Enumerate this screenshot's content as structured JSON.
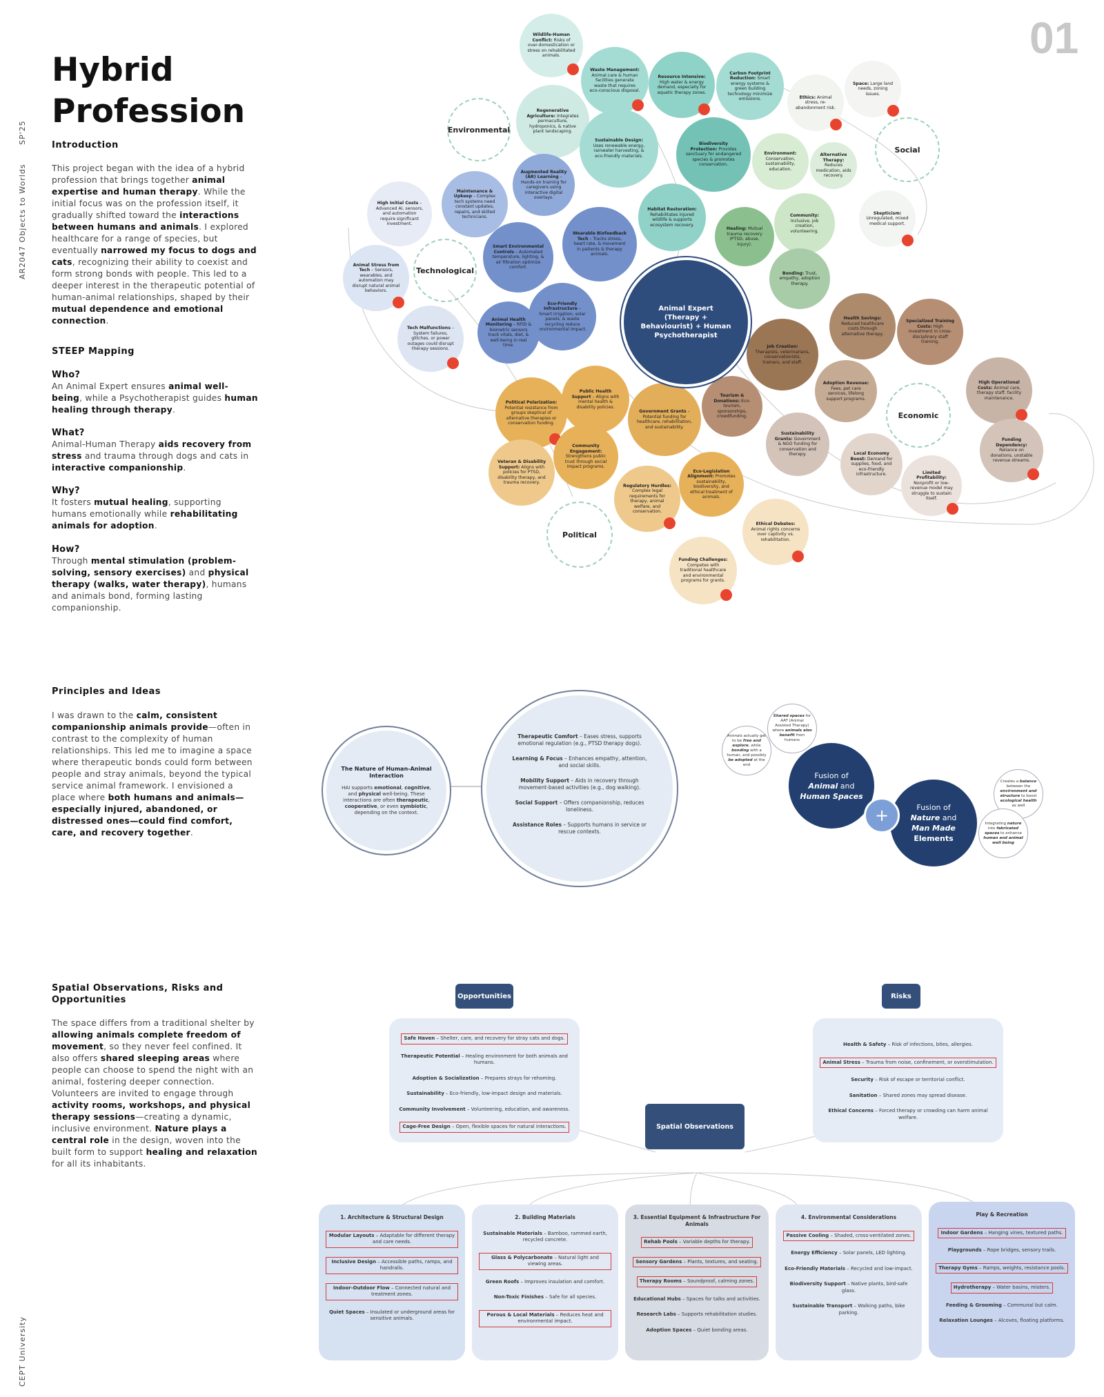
{
  "page_number": "01",
  "side": {
    "term": "SP'25",
    "course": "AR2047 Objects to Worlds",
    "university": "CEPT University"
  },
  "title_line1": "Hybrid",
  "title_line2": "Profession",
  "intro": {
    "heading": "Introduction",
    "t1": "This project began with the idea of a hybrid profession that brings together ",
    "b1": "animal expertise and human therapy",
    "t2": ". While the initial focus was on the profession itself, it gradually shifted toward the ",
    "b2": "interactions between humans and animals",
    "t3": ". I explored healthcare for a range of species, but eventually ",
    "b3": "narrowed my focus to dogs and cats",
    "t4": ", recognizing their ability to coexist and form strong bonds with people. This led to a deeper interest in the therapeutic potential of human-animal relationships, shaped by their ",
    "b4": "mutual dependence and emotional connection",
    "t5": "."
  },
  "steep": {
    "heading": "STEEP Mapping",
    "who_q": "Who?",
    "who_t1": "An Animal Expert ensures ",
    "who_b1": "animal well-being",
    "who_t2": ", while a Psychotherapist guides ",
    "who_b2": "human healing through therapy",
    "who_t3": ".",
    "what_q": "What?",
    "what_t1": "Animal-Human Therapy ",
    "what_b1": "aids recovery from stress",
    "what_t2": " and trauma through dogs and cats in ",
    "what_b2": "interactive companionship",
    "what_t3": ".",
    "why_q": "Why?",
    "why_t1": "It fosters ",
    "why_b1": "mutual healing",
    "why_t2": ", supporting humans emotionally while ",
    "why_b2": "rehabilitating animals for adoption",
    "why_t3": ".",
    "how_q": "How?",
    "how_t1": "Through ",
    "how_b1": "mental stimulation (problem-solving, sensory exercises)",
    "how_t2": " and ",
    "how_b2": "physical therapy (walks, water therapy)",
    "how_t3": ", humans and animals bond, forming lasting companionship."
  },
  "principles": {
    "heading": "Principles and Ideas",
    "t1": "I was drawn to the ",
    "b1": "calm, consistent companionship animals provide",
    "t2": "—often in contrast to the complexity of human relationships. This led me to imagine a space where therapeutic bonds could form between people and stray animals, beyond the typical service animal framework. I envisioned a place where ",
    "b2": "both humans and animals—especially injured, abandoned, or distressed ones—could find comfort, care, and recovery together",
    "t3": "."
  },
  "spatial_text": {
    "heading": "Spatial Observations, Risks and Opportunities",
    "t1": "The space differs from a traditional shelter by ",
    "b1": "allowing animals complete freedom of movement",
    "t2": ", so they never feel confined. It also offers ",
    "b2": "shared sleeping areas",
    "t3": " where people can choose to spend the night with an animal, fostering deeper connection. Volunteers are invited to engage through ",
    "b3": "activity rooms, workshops, and physical therapy sessions",
    "t4": "—creating a dynamic, inclusive environment. ",
    "b4": "Nature plays a central role",
    "t5": " in the design, woven into the built form to support ",
    "b5": "healing and relaxation",
    "t6": " for all its inhabitants."
  },
  "bubbles": {
    "center": "Animal Expert (Therapy + Behaviourist) + Human Psychotherapist",
    "categories": {
      "environmental": "Environmental",
      "social": "Social",
      "technological": "Technological",
      "economic": "Economic",
      "political": "Political"
    },
    "items": [
      {
        "t": "Wildlife-Human Conflict:",
        "d": " Risks of over-domestication or stress on rehabilitated animals."
      },
      {
        "t": "Waste Management:",
        "d": " Animal care & human facilities generate waste that requires eco-conscious disposal."
      },
      {
        "t": "Resource Intensive:",
        "d": " High water & energy demand, especially for aquatic therapy zones."
      },
      {
        "t": "Carbon Footprint Reduction:",
        "d": " Smart energy systems & green building technology minimize emissions."
      },
      {
        "t": "Regenerative Agriculture:",
        "d": " Integrates permaculture, hydroponics, & native plant landscaping."
      },
      {
        "t": "Sustainable Design:",
        "d": " Uses renewable energy, rainwater harvesting, & eco-friendly materials."
      },
      {
        "t": "Biodiversity Protection:",
        "d": " Provides sanctuary for endangered species & promotes conservation."
      },
      {
        "t": "Ethics:",
        "d": " Animal stress, re-abandonment risk."
      },
      {
        "t": "Space:",
        "d": " Large land needs, zoning issues."
      },
      {
        "t": "Environment:",
        "d": " Conservation, sustainability, education."
      },
      {
        "t": "Alternative Therapy:",
        "d": " Reduces medication, aids recovery."
      },
      {
        "t": "Augmented Reality (AR) Learning",
        "d": " – Hands-on training for caregivers using interactive digital overlays."
      },
      {
        "t": "Maintenance & Upkeep",
        "d": " – Complex tech systems need constant updates, repairs, and skilled technicians."
      },
      {
        "t": "High Initial Costs",
        "d": " – Advanced AI, sensors, and automation require significant investment."
      },
      {
        "t": "Habitat Restoration:",
        "d": " Rehabilitates injured wildlife & supports ecosystem recovery."
      },
      {
        "t": "Community:",
        "d": " Inclusive, job creation, volunteering."
      },
      {
        "t": "Skepticism:",
        "d": " Unregulated, mixed medical support."
      },
      {
        "t": "Healing:",
        "d": " Mutual trauma recovery (PTSD, abuse, injury)."
      },
      {
        "t": "Wearable Biofeedback Tech",
        "d": " – Tracks stress, heart rate, & movement in patients & therapy animals."
      },
      {
        "t": "Smart Environmental Controls",
        "d": " – Automated temperature, lighting, & air filtration optimize comfort."
      },
      {
        "t": "Animal Stress from Tech",
        "d": " – Sensors, wearables, and automation may disrupt natural animal behaviors."
      },
      {
        "t": "Bonding:",
        "d": " Trust, empathy, adoption therapy."
      },
      {
        "t": "Eco-Friendly Infrastructure",
        "d": " – Smart irrigation, solar panels, & waste recycling reduce environmental impact."
      },
      {
        "t": "Animal Health Monitoring",
        "d": " – RFID & biometric sensors track vitals, diet, & well-being in real time."
      },
      {
        "t": "Tech Malfunctions",
        "d": " – System failures, glitches, or power outages could disrupt therapy sessions."
      },
      {
        "t": "Health Savings:",
        "d": " Reduced healthcare costs through alternative therapy."
      },
      {
        "t": "Specialized Training Costs:",
        "d": " High investment in cross-disciplinary staff training."
      },
      {
        "t": "Job Creation:",
        "d": " Therapists, veterinarians, conservationists, trainers, and staff."
      },
      {
        "t": "Public Health Support",
        "d": " – Aligns with mental health & disability policies."
      },
      {
        "t": "Political Polarization:",
        "d": " Potential resistance from groups skeptical of alternative therapies or conservation funding."
      },
      {
        "t": "Government Grants",
        "d": " – Potential funding for healthcare, rehabilitation, and sustainability."
      },
      {
        "t": "Tourism & Donations:",
        "d": " Eco-tourism, sponsorships, crowdfunding."
      },
      {
        "t": "Adoption Revenue:",
        "d": " Fees, pet care services, lifelong support programs."
      },
      {
        "t": "High Operational Costs:",
        "d": " Animal care, therapy staff, facility maintenance."
      },
      {
        "t": "Community Engagement:",
        "d": " Strengthens public trust through social impact programs."
      },
      {
        "t": "Sustainability Grants:",
        "d": " Government & NGO funding for conservation and therapy."
      },
      {
        "t": "Local Economy Boost:",
        "d": " Demand for supplies, food, and eco-friendly infrastructure."
      },
      {
        "t": "Funding Dependency:",
        "d": " Reliance on donations, unstable revenue streams."
      },
      {
        "t": "Veteran & Disability Support:",
        "d": " Aligns with policies for PTSD, disability therapy, and trauma recovery."
      },
      {
        "t": "Eco-Legislation Alignment:",
        "d": " Promotes sustainability, biodiversity, and ethical treatment of animals."
      },
      {
        "t": "Regulatory Hurdles:",
        "d": " Complex legal requirements for therapy, animal welfare, and conservation."
      },
      {
        "t": "Limited Profitability:",
        "d": " Nonprofit or low-revenue model may struggle to sustain itself."
      },
      {
        "t": "Ethical Debates:",
        "d": " Animal rights concerns over captivity vs. rehabilitation."
      },
      {
        "t": "Funding Challenges:",
        "d": " Competes with traditional healthcare and environmental programs for grants."
      }
    ]
  },
  "hai": {
    "title": "The Nature of Human-Animal Interaction",
    "t1": "HAI supports ",
    "b1": "emotional",
    "t2": ", ",
    "b2": "cognitive",
    "t3": ", and ",
    "b3": "physical",
    "t4": " well-being. These interactions are often ",
    "b4": "therapeutic",
    "t5": ", ",
    "b5": "cooperative",
    "t6": ", or even ",
    "b6": "symbiotic",
    "t7": ", depending on the context."
  },
  "benefits": [
    {
      "t": "Therapeutic Comfort",
      "d": " – Eases stress, supports emotional regulation (e.g., PTSD therapy dogs)."
    },
    {
      "t": "Learning & Focus",
      "d": " – Enhances empathy, attention, and social skills."
    },
    {
      "t": "Mobility Support",
      "d": " – Aids in recovery through movement-based activities (e.g., dog walking)."
    },
    {
      "t": "Social Support",
      "d": " – Offers companionship, reduces loneliness."
    },
    {
      "t": "Assistance Roles",
      "d": " – Supports humans in service or rescue contexts."
    }
  ],
  "fusion": {
    "a1": "Fusion of",
    "a2": "Animal",
    "a3": " and",
    "a4": "Human Spaces",
    "b1": "Fusion of",
    "b2": "Nature",
    "b3": " and",
    "b4": "Man Made",
    "b5": "Elements",
    "plus": "+",
    "n1_t1": "Animals actually get to be ",
    "n1_b1": "free and explore",
    "n1_t2": ", while ",
    "n1_b2": "bonding",
    "n1_t3": " with a human, and possibly ",
    "n1_b3": "be adopted",
    "n1_t4": " at the end",
    "n2_b1": "Shared spaces",
    "n2_t1": " for AAT (Animal Assisted Therapy) where ",
    "n2_b2": "animals also benefit",
    "n2_t2": " from humans",
    "n3_t1": "Creates a ",
    "n3_b1": "balance",
    "n3_t2": " between the ",
    "n3_b2": "environment and structure",
    "n3_t3": " to boost ",
    "n3_b3": "ecological health",
    "n3_t4": " as well",
    "n4_t1": "Integrating ",
    "n4_b1": "nature",
    "n4_t2": " into ",
    "n4_b2": "fabricated spaces",
    "n4_t3": " to enhance ",
    "n4_b3": "human and animal well being"
  },
  "diagram": {
    "opportunities_label": "Opportunities",
    "risks_label": "Risks",
    "center_label": "Spatial Observations",
    "opportunities": [
      {
        "t": "Safe Haven",
        "d": " – Shelter, care, and recovery for stray cats and dogs.",
        "hl": true
      },
      {
        "t": "Therapeutic Potential",
        "d": " – Healing environment for both animals and humans.",
        "hl": false
      },
      {
        "t": "Adoption & Socialization",
        "d": " – Prepares strays for rehoming.",
        "hl": false
      },
      {
        "t": "Sustainability",
        "d": " – Eco-friendly, low-impact design and materials.",
        "hl": false
      },
      {
        "t": "Community Involvement",
        "d": " – Volunteering, education, and awareness.",
        "hl": false
      },
      {
        "t": "Cage-Free Design",
        "d": " – Open, flexible spaces for natural interactions.",
        "hl": true
      }
    ],
    "risks": [
      {
        "t": "Health & Safety",
        "d": " – Risk of infections, bites, allergies.",
        "hl": false
      },
      {
        "t": "Animal Stress",
        "d": " – Trauma from noise, confinement, or overstimulation.",
        "hl": true
      },
      {
        "t": "Security",
        "d": " – Risk of escape or territorial conflict.",
        "hl": false
      },
      {
        "t": "Sanitation",
        "d": " – Shared zones may spread disease.",
        "hl": false
      },
      {
        "t": "Ethical Concerns",
        "d": " – Forced therapy or crowding can harm animal welfare.",
        "hl": false
      }
    ],
    "panels": [
      {
        "h": "1. Architecture & Structural Design",
        "items": [
          {
            "t": "Modular Layouts",
            "d": " – Adaptable for different therapy and care needs.",
            "hl": true
          },
          {
            "t": "Inclusive Design",
            "d": " – Accessible paths, ramps, and handrails.",
            "hl": true
          },
          {
            "t": "Indoor-Outdoor Flow",
            "d": " – Connected natural and treatment zones.",
            "hl": true
          },
          {
            "t": "Quiet Spaces",
            "d": " – Insulated or underground areas for sensitive animals.",
            "hl": false
          }
        ]
      },
      {
        "h": "2. Building Materials",
        "items": [
          {
            "t": "Sustainable Materials",
            "d": " – Bamboo, rammed earth, recycled concrete.",
            "hl": false
          },
          {
            "t": "Glass & Polycarbonate",
            "d": " – Natural light and viewing areas.",
            "hl": true
          },
          {
            "t": "Green Roofs",
            "d": " – Improves insulation and comfort.",
            "hl": false
          },
          {
            "t": "Non-Toxic Finishes",
            "d": " – Safe for all species.",
            "hl": false
          },
          {
            "t": "Porous & Local Materials",
            "d": " – Reduces heat and environmental impact.",
            "hl": true
          }
        ]
      },
      {
        "h": "3. Essential Equipment & Infrastructure For Animals",
        "items": [
          {
            "t": "Rehab Pools",
            "d": " – Variable depths for therapy.",
            "hl": true
          },
          {
            "t": "Sensory Gardens",
            "d": " – Plants, textures, and seating.",
            "hl": true
          },
          {
            "t": "Therapy Rooms",
            "d": " – Soundproof, calming zones.",
            "hl": true
          },
          {
            "t": "Educational Hubs",
            "d": " – Spaces for talks and activities.",
            "hl": false
          },
          {
            "t": "Research Labs",
            "d": " – Supports rehabilitation studies.",
            "hl": false
          },
          {
            "t": "Adoption Spaces",
            "d": " – Quiet bonding areas.",
            "hl": false
          }
        ]
      },
      {
        "h": "4. Environmental Considerations",
        "items": [
          {
            "t": "Passive Cooling",
            "d": " – Shaded, cross-ventilated zones.",
            "hl": true
          },
          {
            "t": "Energy Efficiency",
            "d": " – Solar panels, LED lighting.",
            "hl": false
          },
          {
            "t": "Eco-Friendly Materials",
            "d": " – Recycled and low-impact.",
            "hl": false
          },
          {
            "t": "Biodiversity Support",
            "d": " – Native plants, bird-safe glass.",
            "hl": false
          },
          {
            "t": "Sustainable Transport",
            "d": " – Walking paths, bike parking.",
            "hl": false
          }
        ]
      },
      {
        "h": "Play & Recreation",
        "items": [
          {
            "t": "Indoor Gardens",
            "d": " – Hanging vines, textured paths.",
            "hl": true
          },
          {
            "t": "Playgrounds",
            "d": " – Rope bridges, sensory trails.",
            "hl": false
          },
          {
            "t": "Therapy Gyms",
            "d": " – Ramps, weights, resistance pools.",
            "hl": true
          },
          {
            "t": "Hydrotherapy",
            "d": " – Water basins, misters.",
            "hl": true
          },
          {
            "t": "Feeding & Grooming",
            "d": " – Communal but calm.",
            "hl": false
          },
          {
            "t": "Relaxation Lounges",
            "d": " – Alcoves, floating platforms.",
            "hl": false
          }
        ]
      }
    ]
  }
}
